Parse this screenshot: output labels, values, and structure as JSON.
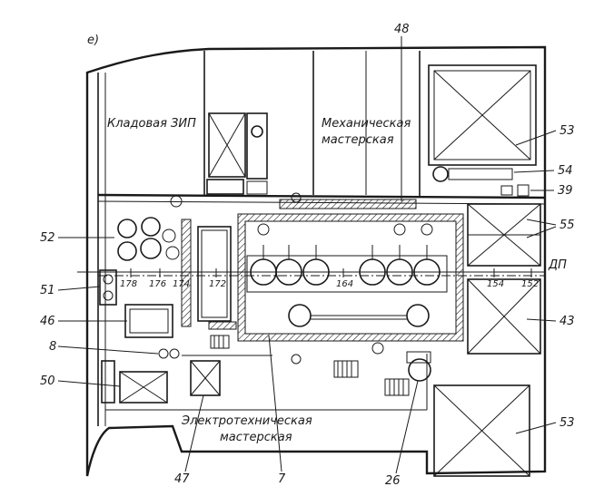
{
  "figure_label": "е)",
  "rooms": {
    "spares_store": "Кладовая ЗИП",
    "mech_workshop_1": "Механическая",
    "mech_workshop_2": "мастерская",
    "electro_workshop_1": "Электротехническая",
    "electro_workshop_2": "мастерская"
  },
  "centerline": "ДП",
  "frames": [
    "178",
    "176",
    "174",
    "172",
    "164",
    "154",
    "152"
  ],
  "callouts": {
    "c48": "48",
    "c53a": "53",
    "c54": "54",
    "c39": "39",
    "c55": "55",
    "c43": "43",
    "c53b": "53",
    "c52": "52",
    "c51": "51",
    "c46": "46",
    "c8": "8",
    "c50": "50",
    "c47": "47",
    "c7": "7",
    "c26": "26"
  }
}
